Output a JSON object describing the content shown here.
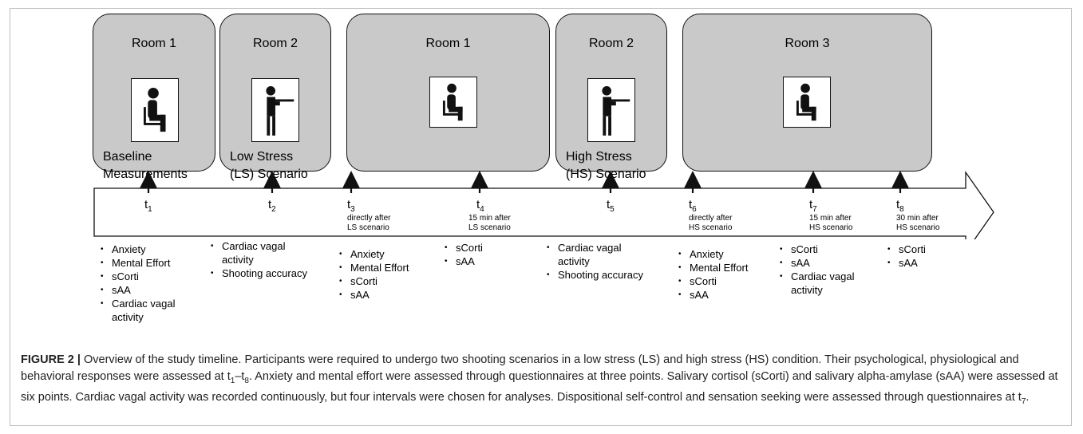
{
  "rooms": [
    {
      "title": "Room 1",
      "caption": "Baseline\nMeasurements",
      "figure": "seated-person-icon"
    },
    {
      "title": "Room 2",
      "caption": "Low Stress\n(LS) Scenario",
      "figure": "shooter-icon"
    },
    {
      "title": "Room 1",
      "caption": "",
      "figure": "seated-person-icon"
    },
    {
      "title": "Room 2",
      "caption": "High Stress\n(HS) Scenario",
      "figure": "shooter-icon"
    },
    {
      "title": "Room 3",
      "caption": "",
      "figure": "seated-person-icon"
    }
  ],
  "timepoints": [
    {
      "label": "t",
      "sub": "1",
      "note": ""
    },
    {
      "label": "t",
      "sub": "2",
      "note": ""
    },
    {
      "label": "t",
      "sub": "3",
      "note": "directly after\nLS scenario"
    },
    {
      "label": "t",
      "sub": "4",
      "note": "15 min after\nLS scenario"
    },
    {
      "label": "t",
      "sub": "5",
      "note": ""
    },
    {
      "label": "t",
      "sub": "6",
      "note": "directly after\nHS scenario"
    },
    {
      "label": "t",
      "sub": "7",
      "note": "15 min after\nHS scenario"
    },
    {
      "label": "t",
      "sub": "8",
      "note": "30 min after\nHS scenario"
    }
  ],
  "measures": [
    [
      "Anxiety",
      "Mental Effort",
      "sCorti",
      "sAA",
      "Cardiac vagal\nactivity"
    ],
    [
      "Cardiac vagal\nactivity",
      "Shooting accuracy"
    ],
    [
      "Anxiety",
      "Mental Effort",
      "sCorti",
      "sAA"
    ],
    [
      "sCorti",
      "sAA"
    ],
    [
      "Cardiac vagal\nactivity",
      "Shooting accuracy"
    ],
    [
      "Anxiety",
      "Mental Effort",
      "sCorti",
      "sAA"
    ],
    [
      "sCorti",
      "sAA",
      "Cardiac vagal\nactivity"
    ],
    [
      "sCorti",
      "sAA"
    ]
  ],
  "caption": {
    "label": "FIGURE 2 |",
    "text_1": " Overview of the study timeline. Participants were required to undergo two shooting scenarios in a low stress (LS) and high stress (HS) condition. Their psychological, physiological and behavioral responses were assessed at t",
    "sub_1": "1",
    "dash": "–t",
    "sub_8": "8",
    "text_2": ". Anxiety and mental effort were assessed through questionnaires at three points. Salivary cortisol (sCorti) and salivary alpha-amylase (sAA) were assessed at six points. Cardiac vagal activity was recorded continuously, but four intervals were chosen for analyses. Dispositional self-control and sensation seeking were assessed through questionnaires at t",
    "sub_7": "7",
    "text_3": "."
  },
  "colors": {
    "room_fill": "#c9c9c9",
    "outline": "#111111",
    "caption_label": "#1d3a6e"
  }
}
